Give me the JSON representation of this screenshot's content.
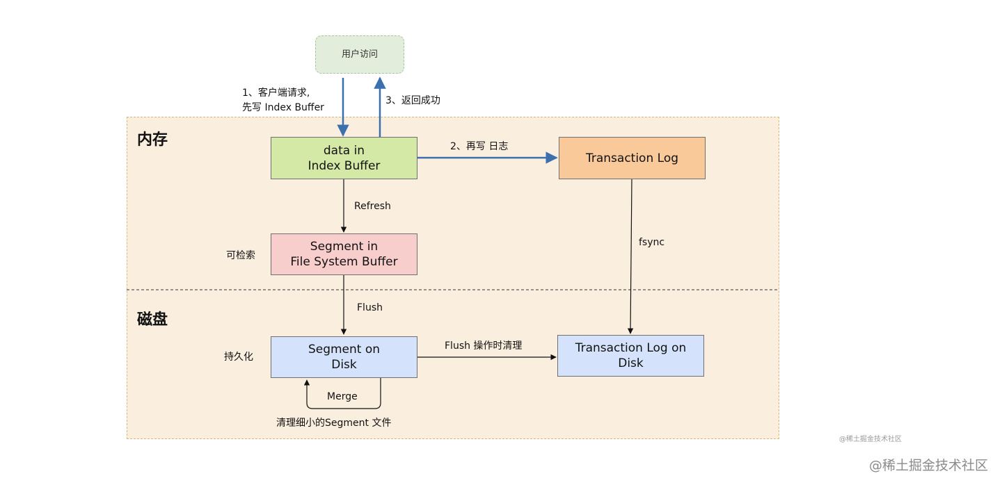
{
  "regions": {
    "memory_title": "内存",
    "disk_title": "磁盘"
  },
  "nodes": {
    "user": "用户访问",
    "index_buffer": "data in\nIndex Buffer",
    "transaction_log": "Transaction Log",
    "fs_buffer": "Segment in\nFile System Buffer",
    "segment_disk": "Segment on\nDisk",
    "tlog_disk": "Transaction Log on\nDisk"
  },
  "edge_labels": {
    "request": "1、客户端请求,\n先写 Index Buffer",
    "return_success": "3、返回成功",
    "write_log": "2、再写 日志",
    "refresh": "Refresh",
    "fsync": "fsync",
    "flush": "Flush",
    "flush_cleanup": "Flush 操作时清理",
    "merge": "Merge"
  },
  "side_labels": {
    "searchable": "可检索",
    "persisted": "持久化",
    "merge_note": "清理细小的Segment 文件"
  },
  "watermark": {
    "small": "@稀土掘金技术社区",
    "large": "@稀土掘金技术社区"
  },
  "colors": {
    "blue_arrow": "#3b6fae",
    "black_arrow": "#111111",
    "memory_bg": "#faeedf",
    "index_buffer": "#d5e9a6",
    "fs_buffer": "#f8cecc",
    "transaction_log": "#f9c99a",
    "disk_boxes": "#d4e3fb"
  }
}
